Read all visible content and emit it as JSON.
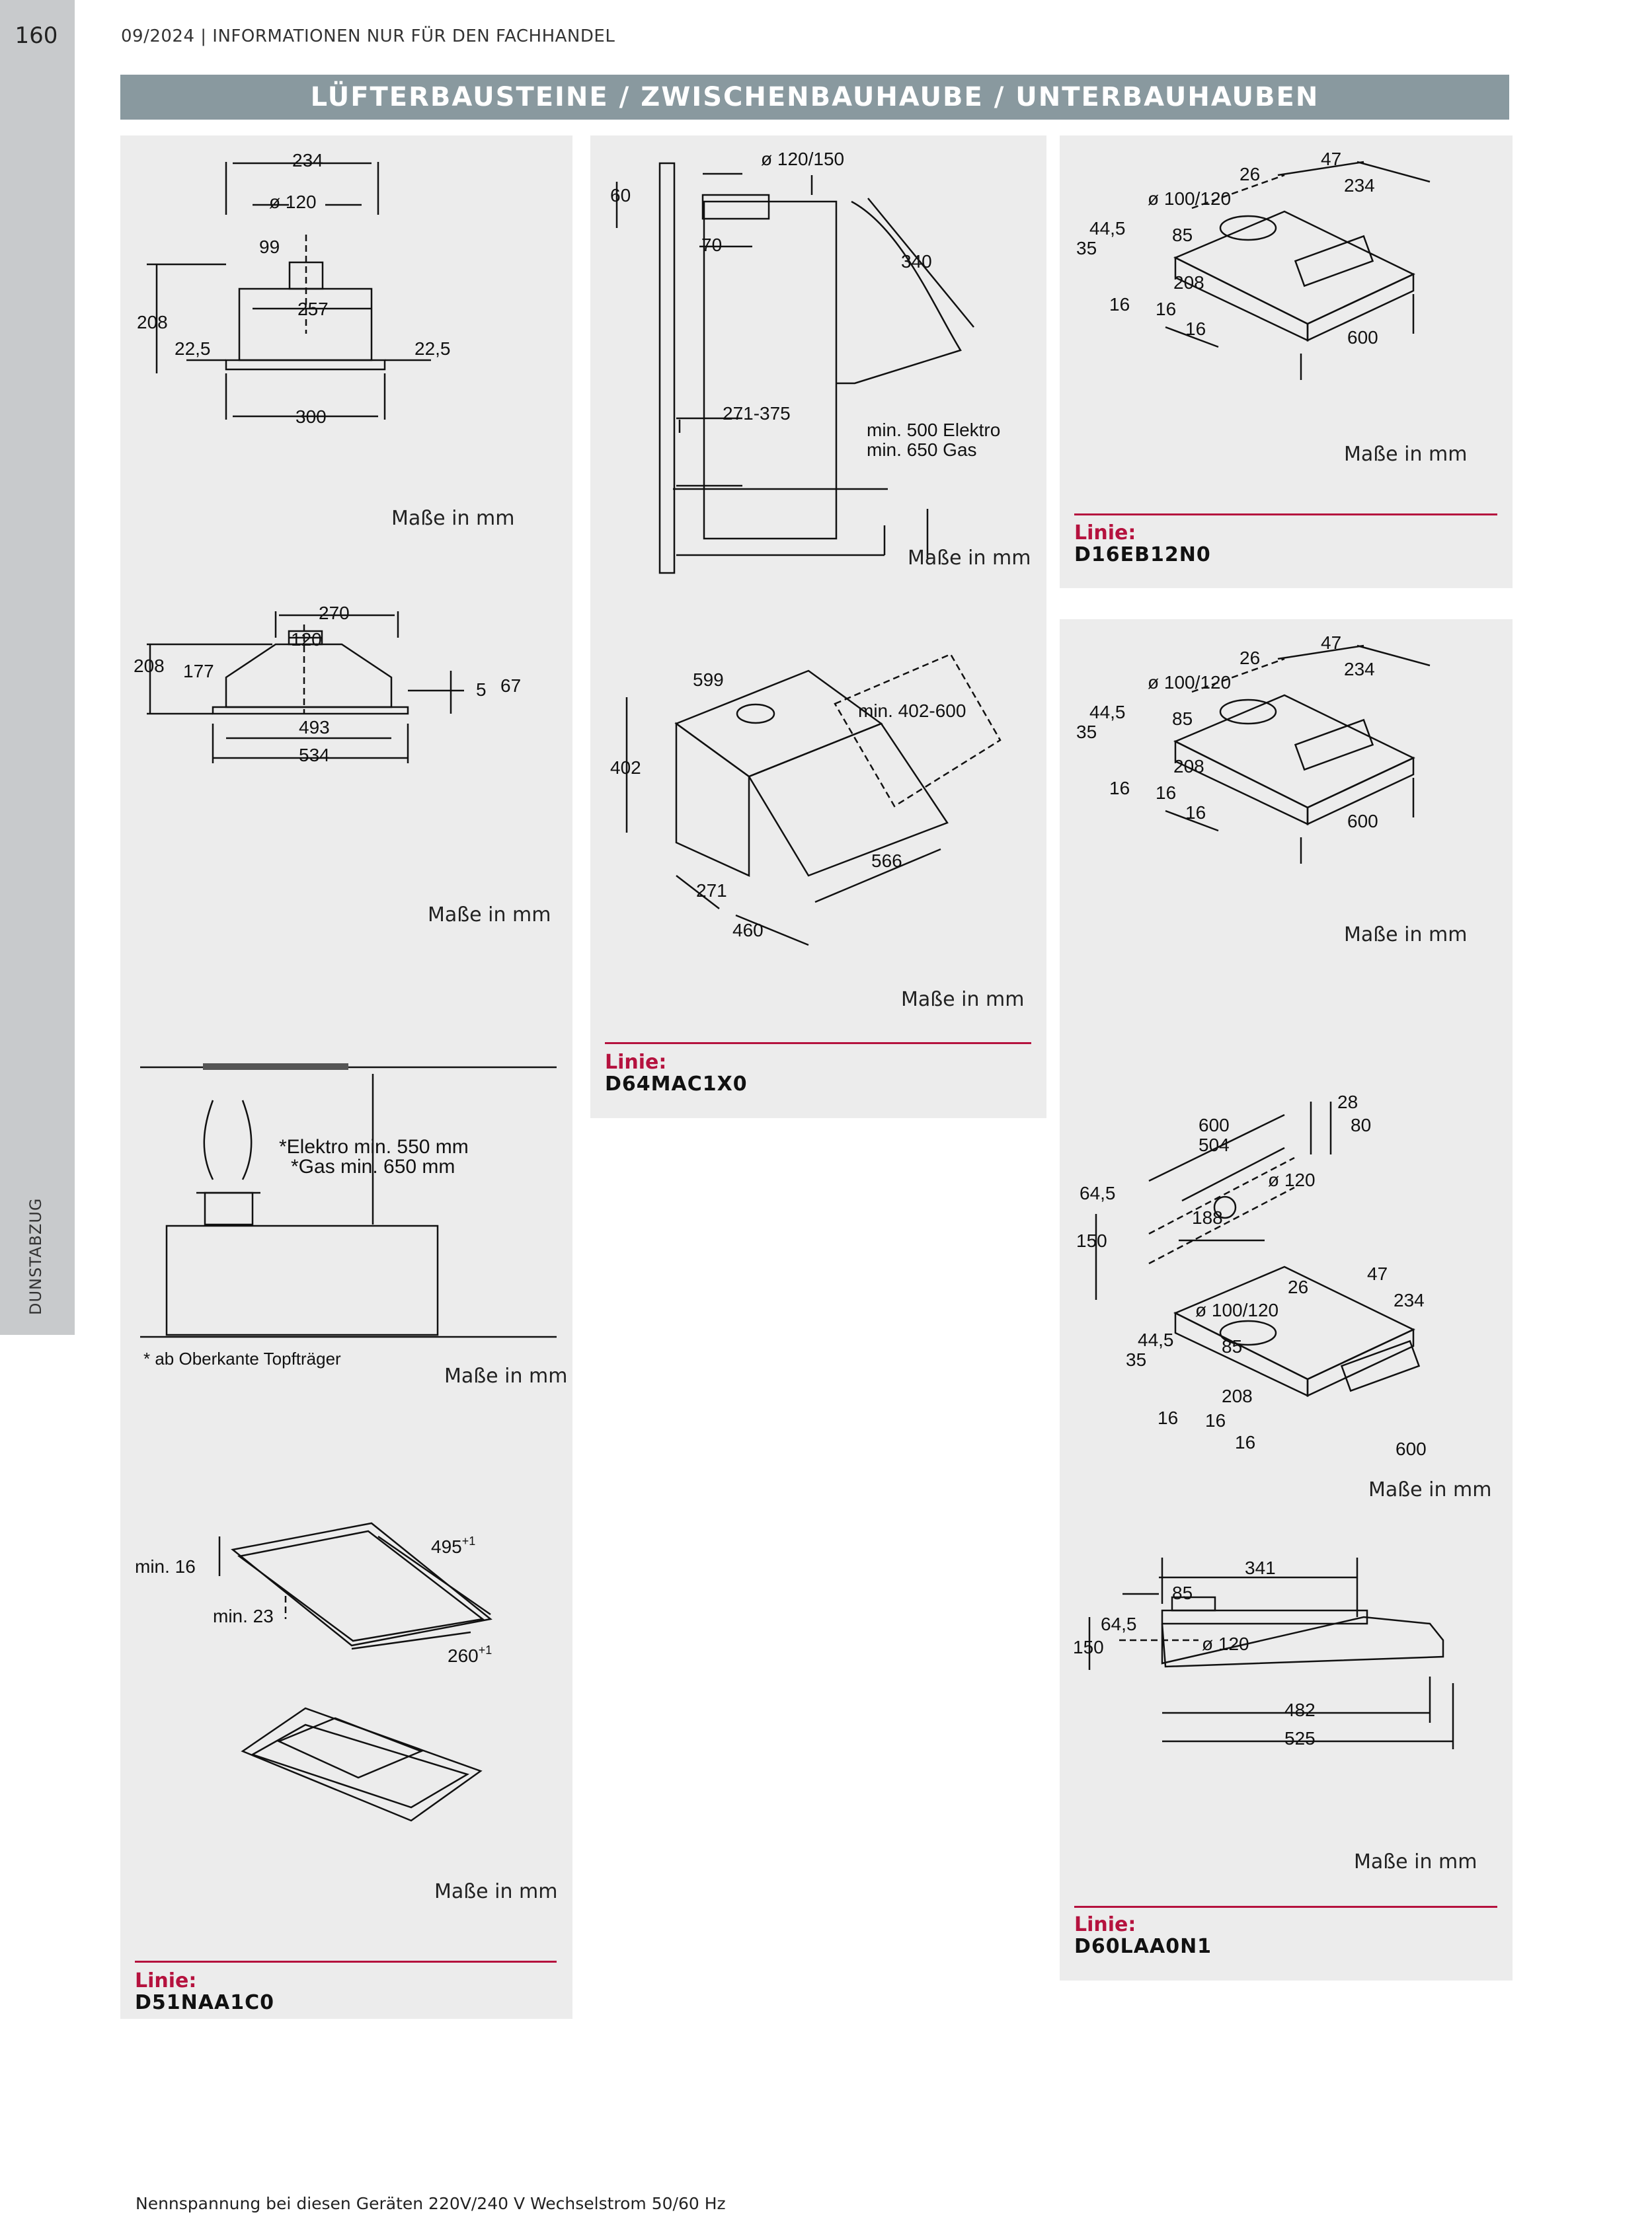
{
  "page": {
    "number": "160",
    "header_date": "09/2024 | INFORMATIONEN NUR FÜR DEN FACHHANDEL",
    "section_label": "DUNSTABZUG",
    "title": "LÜFTERBAUSTEINE / ZWISCHENBAUHAUBE / UNTERBAUHAUBEN",
    "footer": "Nennspannung bei diesen Geräten 220V/240 V Wechselstrom 50/60 Hz"
  },
  "common": {
    "units_label": "Maße in mm",
    "line_label": "Linie:"
  },
  "panels": {
    "d51naa1c0": {
      "model": "D51NAA1C0",
      "drawing1": {
        "d234": "234",
        "d120": "ø 120",
        "d99": "99",
        "d208": "208",
        "d257": "257",
        "d225a": "22,5",
        "d225b": "22,5",
        "d300": "300"
      },
      "drawing2": {
        "d270": "270",
        "d120": "120",
        "d208": "208",
        "d177": "177",
        "d5": "5",
        "d67": "67",
        "d493": "493",
        "d534": "534"
      },
      "drawing3": {
        "elektro": "*Elektro min. 550 mm",
        "gas": "*Gas min. 650 mm",
        "note": "* ab Oberkante Topfträger"
      },
      "drawing4": {
        "min16": "min. 16",
        "min23": "min. 23",
        "d495": "495",
        "d495sup": "+1",
        "d260": "260",
        "d260sup": "+1"
      }
    },
    "d64mac1x0": {
      "model": "D64MAC1X0",
      "drawing1": {
        "d120_150": "ø 120/150",
        "d60": "60",
        "d70": "70",
        "d340": "340",
        "d271_375": "271-375",
        "min_elektro": "min. 500 Elektro",
        "min_gas": "min. 650 Gas"
      },
      "drawing2": {
        "d599": "599",
        "d402_600": "min. 402-600",
        "d402": "402",
        "d566": "566",
        "d271": "271",
        "d460": "460"
      }
    },
    "d16eb12n0": {
      "model": "D16EB12N0",
      "drawing": {
        "d26": "26",
        "d47": "47",
        "d234": "234",
        "d100_120": "ø 100/120",
        "d445": "44,5",
        "d85": "85",
        "d35": "35",
        "d208": "208",
        "d16a": "16",
        "d16b": "16",
        "d16c": "16",
        "d600": "600"
      }
    },
    "d60laa0n1": {
      "model": "D60LAA0N1",
      "drawing1": {
        "d26": "26",
        "d47": "47",
        "d234": "234",
        "d100_120": "ø 100/120",
        "d445": "44,5",
        "d85": "85",
        "d35": "35",
        "d208": "208",
        "d16a": "16",
        "d16b": "16",
        "d16c": "16",
        "d600": "600"
      },
      "drawing2": {
        "d28": "28",
        "d80": "80",
        "d600": "600",
        "d504": "504",
        "d645": "64,5",
        "d120": "ø 120",
        "d188": "188",
        "d150": "150",
        "d26": "26",
        "d47": "47",
        "d234": "234",
        "d100_120": "ø 100/120",
        "d445": "44,5",
        "d85": "85",
        "d35": "35",
        "d208": "208",
        "d16a": "16",
        "d16b": "16",
        "d16c": "16",
        "d600b": "600"
      },
      "drawing3": {
        "d341": "341",
        "d85": "85",
        "d645": "64,5",
        "d150": "150",
        "d120": "ø 120",
        "d482": "482",
        "d525": "525"
      }
    }
  }
}
